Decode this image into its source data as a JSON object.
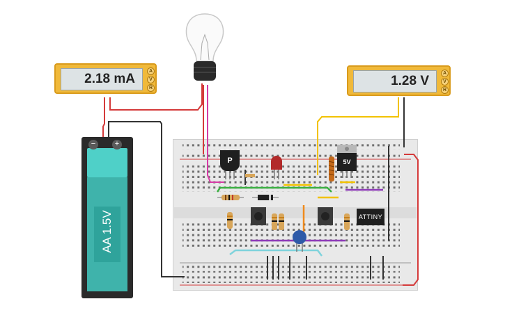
{
  "ammeter": {
    "reading": "2.18 mA",
    "modes": [
      "A",
      "V",
      "R"
    ]
  },
  "voltmeter": {
    "reading": "1.28 V",
    "modes": [
      "A",
      "V",
      "R"
    ]
  },
  "battery": {
    "label": "AA 1.5V",
    "neg": "−",
    "pos": "+"
  },
  "components": {
    "transistor_label": "P",
    "regulator_label": "5V",
    "mcu_label": "ATTINY"
  },
  "colors": {
    "meter": "#f0b93a",
    "board": "#e9e9e9",
    "rail_red": "#d43a3a",
    "wire_green": "#3cb043",
    "wire_yellow": "#f2c200",
    "wire_purple": "#8e3bb8",
    "wire_pink": "#d63aa6",
    "wire_cyan": "#7fd3dc"
  }
}
